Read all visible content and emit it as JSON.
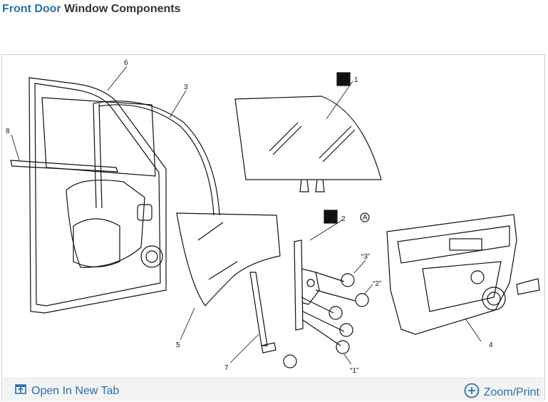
{
  "header": {
    "title_highlight": "Front Door",
    "title_rest": "Window Components"
  },
  "diagram": {
    "callouts": [
      "1",
      "2",
      "3",
      "4",
      "5",
      "6",
      "7",
      "8"
    ],
    "bolt_labels": [
      "“3”",
      "“2”",
      "“1”"
    ],
    "badge_letter": "A"
  },
  "footer": {
    "open_label": "Open In New Tab",
    "zoom_label": "Zoom/Print"
  },
  "colors": {
    "accent": "#2a6fb0"
  },
  "icons": {
    "open": "open-new-tab-icon",
    "zoom": "zoom-plus-icon"
  }
}
